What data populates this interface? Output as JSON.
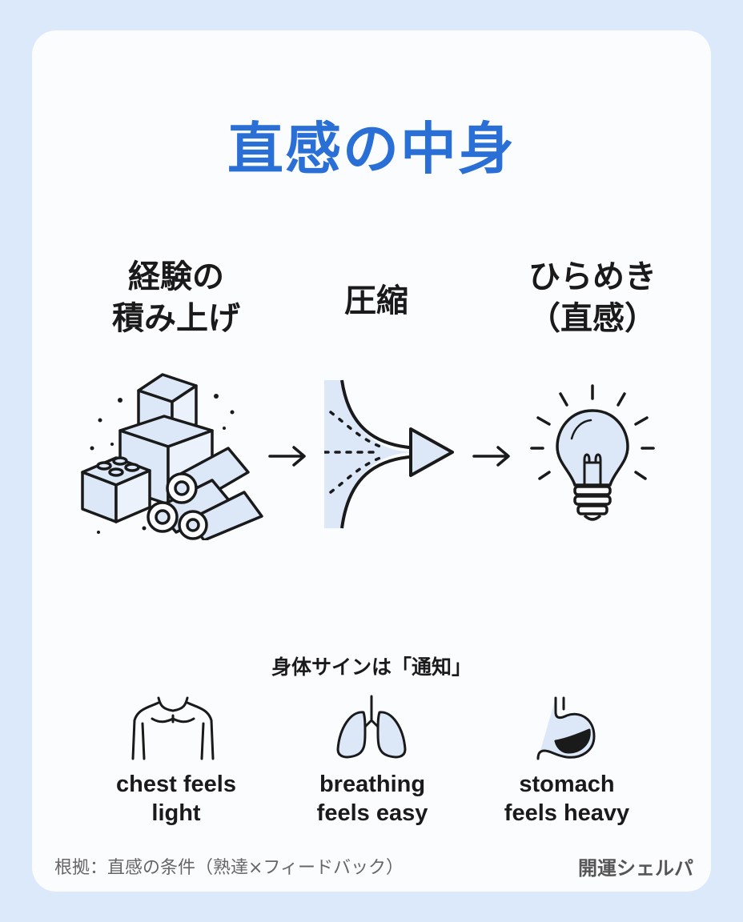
{
  "title": "直感の中身",
  "steps": [
    {
      "line1": "経験の",
      "line2": "積み上げ"
    },
    {
      "line1": "圧縮",
      "line2": ""
    },
    {
      "line1": "ひらめき",
      "line2": "（直感）"
    }
  ],
  "body_signs": {
    "heading": "身体サインは「通知」",
    "items": [
      {
        "line1": "chest feels",
        "line2": "light"
      },
      {
        "line1": "breathing",
        "line2": "feels easy"
      },
      {
        "line1": "stomach",
        "line2": "feels heavy"
      }
    ]
  },
  "footer": {
    "source": "根拠：直感の条件（熟達×フィードバック）",
    "brand": "開運シェルパ"
  },
  "colors": {
    "accent": "#2a6fd6",
    "background": "#dce9fa",
    "icon_fill": "#dce8f8",
    "stroke": "#1a1a1a"
  }
}
